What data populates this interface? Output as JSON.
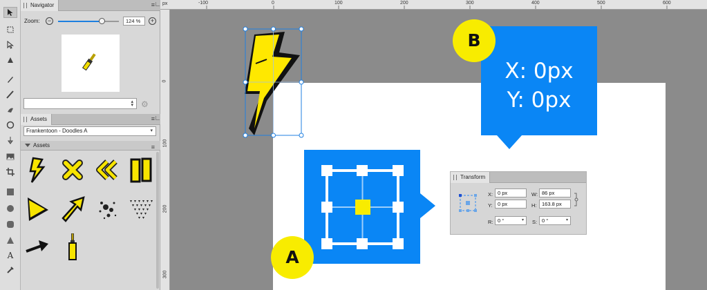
{
  "navigator": {
    "tab_label": "Navigator",
    "zoom_label": "Zoom:",
    "zoom_minus": "−",
    "zoom_plus": "+",
    "zoom_value": "124 %",
    "zoom_level": 0.72,
    "document_dropdown_value": ""
  },
  "assets": {
    "tab_label": "Assets",
    "category_value": "Frankentoon - Doodles A",
    "subcategory_label": "Assets",
    "items": [
      {
        "name": "lightning-bolt-icon"
      },
      {
        "name": "x-mark-icon"
      },
      {
        "name": "double-chevron-icon"
      },
      {
        "name": "pause-icon"
      },
      {
        "name": "play-triangle-icon"
      },
      {
        "name": "arrow-up-right-icon"
      },
      {
        "name": "splatter-icon"
      },
      {
        "name": "triangle-dots-icon"
      },
      {
        "name": "arrow-right-icon"
      },
      {
        "name": "audio-jack-icon"
      }
    ]
  },
  "tools": [
    "move-tool-icon",
    "artboard-tool-icon",
    "node-tool-icon",
    "pen-tool-icon",
    "pencil-tool-icon",
    "vector-brush-icon",
    "fill-tool-icon",
    "transparency-tool-icon",
    "image-icon",
    "crop-tool-icon",
    "rectangle-tool-icon",
    "ellipse-tool-icon",
    "rounded-rectangle-icon",
    "triangle-tool-icon",
    "text-tool-icon",
    "color-picker-icon"
  ],
  "ruler": {
    "unit": "px",
    "top_labels": [
      "-100",
      "0",
      "100",
      "200",
      "300",
      "400",
      "500",
      "600"
    ],
    "left_labels": [
      "0",
      "100",
      "200",
      "300"
    ]
  },
  "callout_b": {
    "badge": "B",
    "x_text": "X: 0px",
    "y_text": "Y: 0px"
  },
  "callout_a": {
    "badge": "A"
  },
  "transform": {
    "tab_label": "Transform",
    "x_label": "X:",
    "x_value": "0 px",
    "y_label": "Y:",
    "y_value": "0 px",
    "w_label": "W:",
    "w_value": "86 px",
    "h_label": "H:",
    "h_value": "163.8 px",
    "r_label": "R:",
    "r_value": "0 °",
    "s_label": "S:",
    "s_value": "0 °"
  },
  "colors": {
    "accent": "#0a86f5",
    "badge": "#f8ec00",
    "bolt": "#ffe800",
    "selection": "#1f7fe0"
  }
}
